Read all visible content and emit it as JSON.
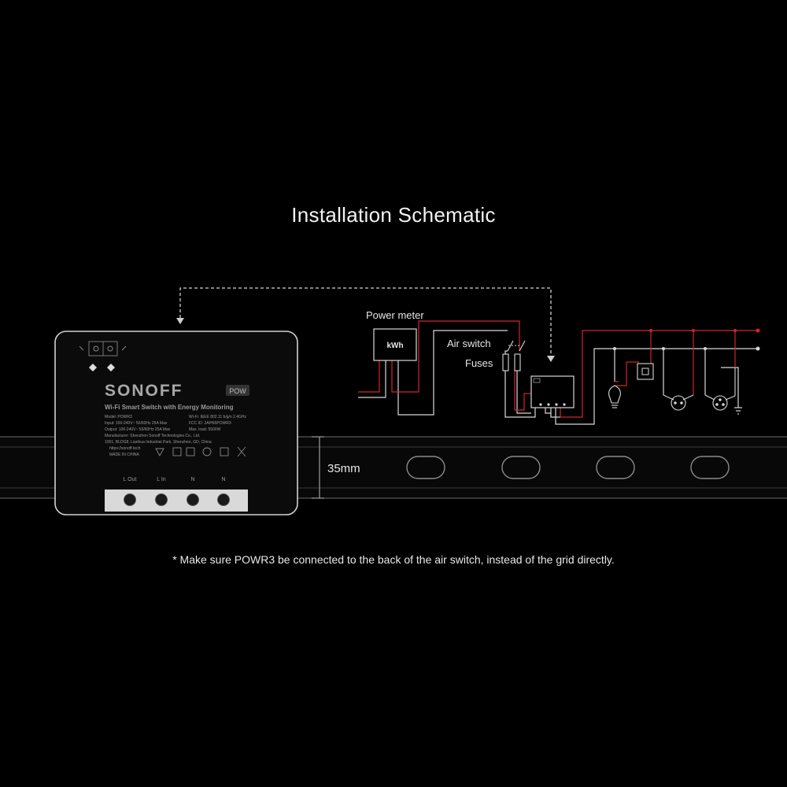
{
  "title": "Installation Schematic",
  "device": {
    "brand": "SONOFF",
    "badge": "POW",
    "subtitle": "Wi-Fi Smart Switch with Energy Monitoring",
    "spec_left": [
      "Model: POWR3",
      "Input: 100-240V~ 50/60Hz 25A Max",
      "Output: 100-240V~ 50/60Hz 25A Max",
      "Manufacturer: Shenzhen Sonoff Technologies Co., Ltd.",
      "1001, BLDG8, Lianhua Industrial Park, Shenzhen, GD, China",
      "https://sonoff.tech",
      "MADE IN CHINA"
    ],
    "spec_right": [
      "Wi-Fi: IEEE 802.11 b/g/n 2.4GHz",
      "FCC ID: 2APN5POWR3",
      "Max. load: 5500W"
    ],
    "terminals": [
      "L Out",
      "L In",
      "N",
      "N"
    ]
  },
  "rail": {
    "dimension_label": "35mm"
  },
  "schematic": {
    "power_meter_label": "Power meter",
    "meter_unit": "kWh",
    "air_switch_label": "Air switch",
    "fuses_label": "Fuses"
  },
  "colors": {
    "live_wire": "#d0262c",
    "neutral_wire": "#d8d8d8",
    "background": "#000000"
  },
  "footnote": "* Make sure POWR3 be connected to the back of the air switch, instead of the grid directly."
}
